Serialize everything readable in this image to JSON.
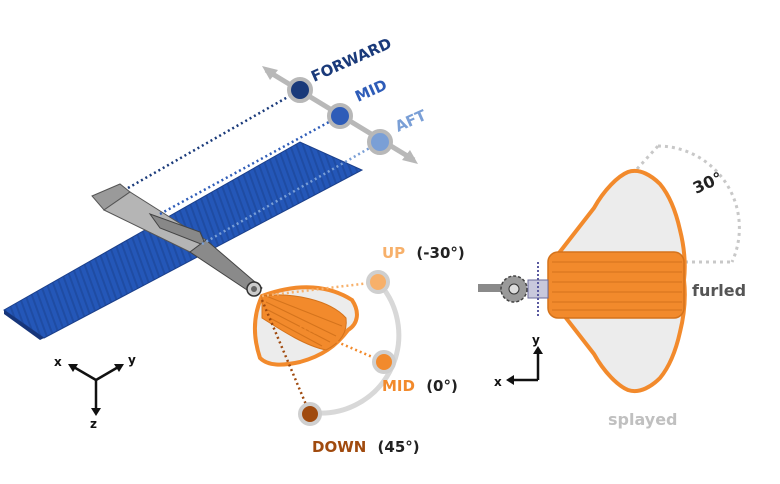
{
  "positions": {
    "forward": "FORWARD",
    "mid": "MID",
    "aft": "AFT"
  },
  "angles": {
    "up_word": "UP",
    "up_value": "(-30°)",
    "mid_word": "MID",
    "mid_value": "(0°)",
    "down_word": "DOWN",
    "down_value": "(45°)"
  },
  "tail_view": {
    "angle": "30°",
    "furled": "furled",
    "splayed": "splayed"
  },
  "axes_left": {
    "x": "x",
    "y": "y",
    "z": "z"
  },
  "axes_right": {
    "x": "x",
    "y": "y"
  },
  "colors": {
    "wing_blue": "#2457b8",
    "forward_dark": "#1a3a7a",
    "mid_blue": "#2e5cb8",
    "aft_light": "#7a9fd6",
    "orange": "#f28a2c",
    "up_orange": "#f7b06a",
    "down_brown": "#a04a0e",
    "gray": "#b8b8b8",
    "fill_gray": "#ececec"
  }
}
